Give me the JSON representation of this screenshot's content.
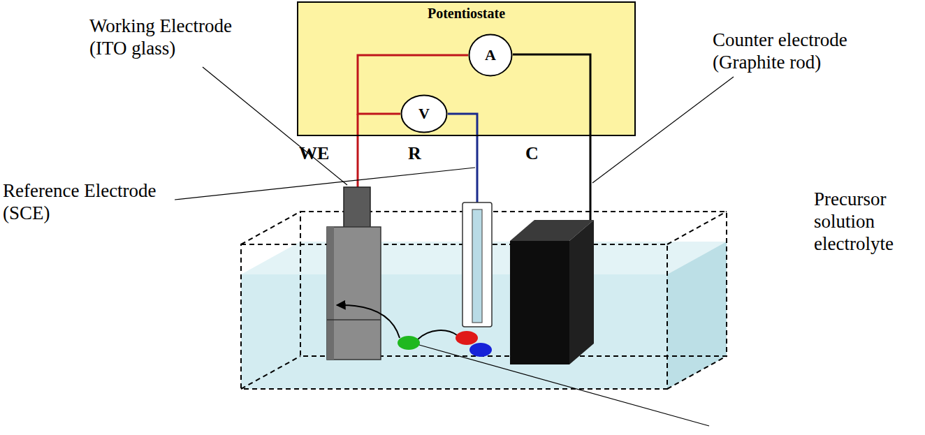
{
  "diagram": {
    "nodes": [
      {
        "text": [
          "Potentiostate"
        ]
      },
      {
        "text": [
          "A"
        ],
        "in": 0
      },
      {
        "text": [
          "V"
        ],
        "in": 0
      }
    ],
    "edges": [
      {
        "from": 1,
        "to": 2,
        "arrow": "none"
      }
    ],
    "labels": [
      "Working Electrode (ITO glass)",
      "Counter electrode (Graphite rod)",
      "WE",
      "R",
      "C",
      "Reference Electrode (SCE)",
      "Precursor solution electrolyte"
    ]
  }
}
